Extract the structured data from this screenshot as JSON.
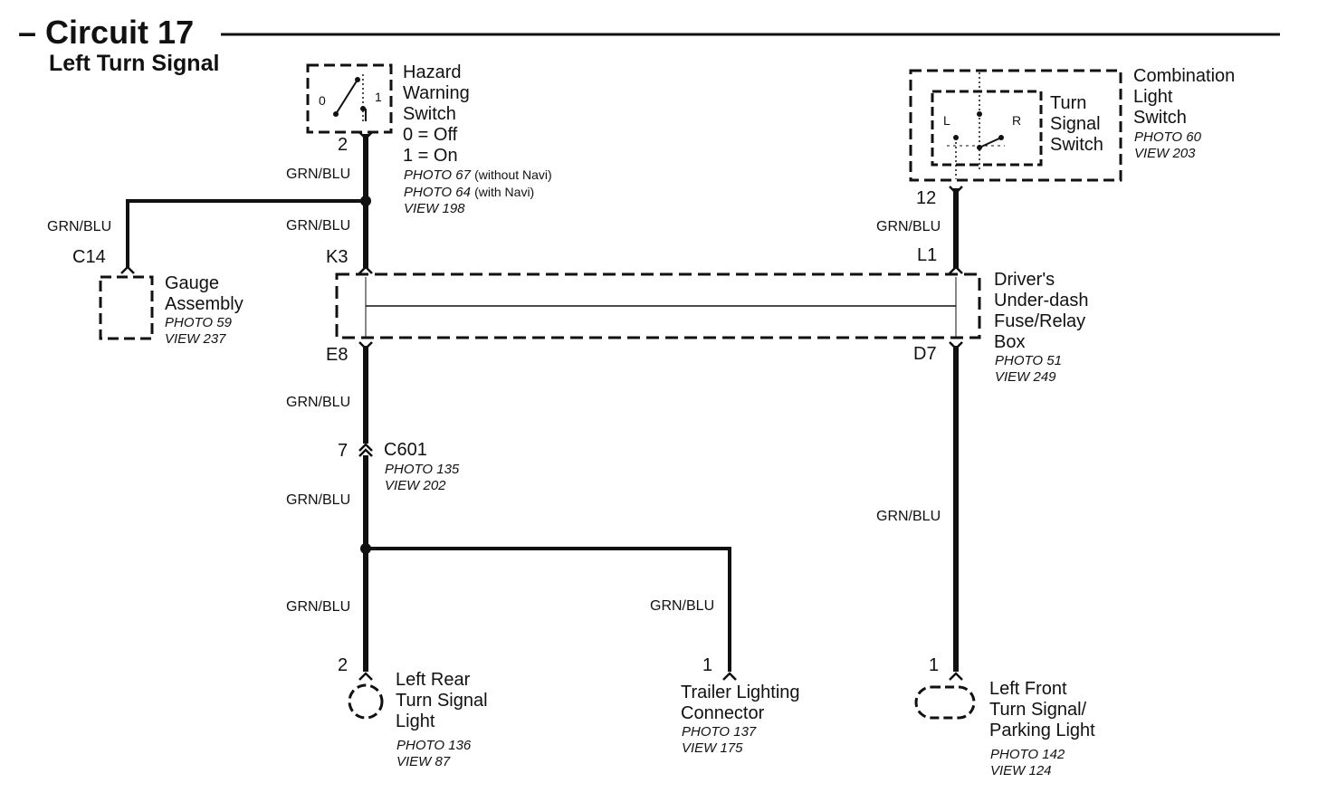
{
  "header": {
    "title": "Circuit 17",
    "subtitle": "Left Turn Signal"
  },
  "components": {
    "hazard_switch": {
      "name_lines": [
        "Hazard",
        "Warning",
        "Switch"
      ],
      "states": [
        "0 = Off",
        "1 = On"
      ],
      "positions": [
        "0",
        "1"
      ],
      "photo_a": "PHOTO 67",
      "photo_a_note": "(without Navi)",
      "photo_b": "PHOTO 64",
      "photo_b_note": "(with Navi)",
      "view": "VIEW 198",
      "pin": "2"
    },
    "combination_switch": {
      "name_lines": [
        "Combination",
        "Light",
        "Switch"
      ],
      "photo": "PHOTO 60",
      "view": "VIEW 203",
      "inner_name_lines": [
        "Turn",
        "Signal",
        "Switch"
      ],
      "positions": [
        "L",
        "R"
      ],
      "pin": "12"
    },
    "gauge_assembly": {
      "name_lines": [
        "Gauge",
        "Assembly"
      ],
      "photo": "PHOTO 59",
      "view": "VIEW 237",
      "connector": "C14"
    },
    "fuse_box": {
      "name_lines": [
        "Driver's",
        "Under-dash",
        "Fuse/Relay",
        "Box"
      ],
      "photo": "PHOTO 51",
      "view": "VIEW 249",
      "pins": [
        "K3",
        "E8",
        "L1",
        "D7"
      ]
    },
    "c601": {
      "name": "C601",
      "photo": "PHOTO 135",
      "view": "VIEW 202",
      "pin": "7"
    },
    "left_rear_light": {
      "name_lines": [
        "Left Rear",
        "Turn Signal",
        "Light"
      ],
      "photo": "PHOTO 136",
      "view": "VIEW 87",
      "pin": "2"
    },
    "trailer_connector": {
      "name_lines": [
        "Trailer Lighting",
        "Connector"
      ],
      "photo": "PHOTO 137",
      "view": "VIEW 175",
      "pin": "1"
    },
    "left_front_light": {
      "name_lines": [
        "Left Front",
        "Turn Signal/",
        "Parking Light"
      ],
      "photo": "PHOTO 142",
      "view": "VIEW 124",
      "pin": "1"
    }
  },
  "wires": {
    "color": "GRN/BLU"
  }
}
